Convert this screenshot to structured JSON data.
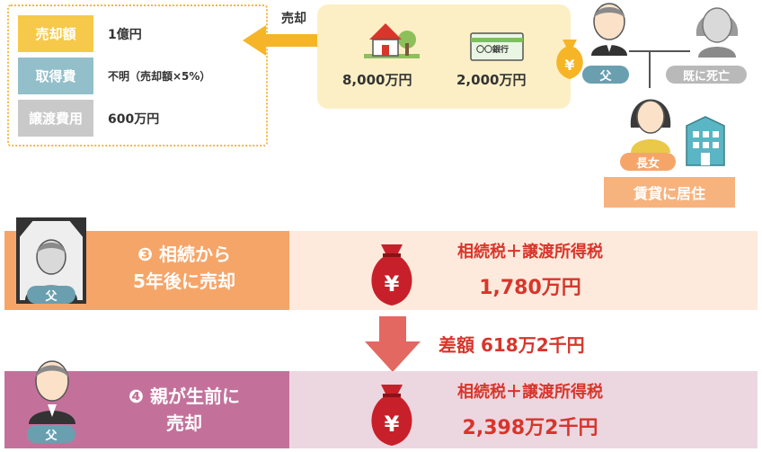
{
  "info": {
    "rows": [
      {
        "label": "売却額",
        "value": "1億円",
        "color": "#f6c94a"
      },
      {
        "label": "取得費",
        "value": "不明（売却額×5%）",
        "color": "#92bfc9"
      },
      {
        "label": "譲渡費用",
        "value": "600万円",
        "color": "#c9c9c9"
      }
    ]
  },
  "sale": {
    "label": "売却"
  },
  "assets": {
    "house_value": "8,000万円",
    "bank_label": "〇〇銀行",
    "bank_value": "2,000万円"
  },
  "family": {
    "father": "父",
    "mother_status": "既に死亡",
    "daughter": "長女",
    "residence": "賃貸に居住"
  },
  "scenario3": {
    "badge": "❸",
    "line1": "相続から",
    "line2": "5年後に売却",
    "person_label": "父",
    "tax_label": "相続税＋譲渡所得税",
    "tax_amount": "1,780万円"
  },
  "difference": {
    "text": "差額 618万2千円"
  },
  "scenario4": {
    "badge": "❹",
    "line1": "親が生前に",
    "line2": "売却",
    "person_label": "父",
    "tax_label": "相続税＋譲渡所得税",
    "tax_amount": "2,398万2千円"
  },
  "colors": {
    "accent_red": "#d8352b",
    "orange": "#f6a568",
    "purple": "#c3719b",
    "asset_bg": "#fcefc5"
  }
}
